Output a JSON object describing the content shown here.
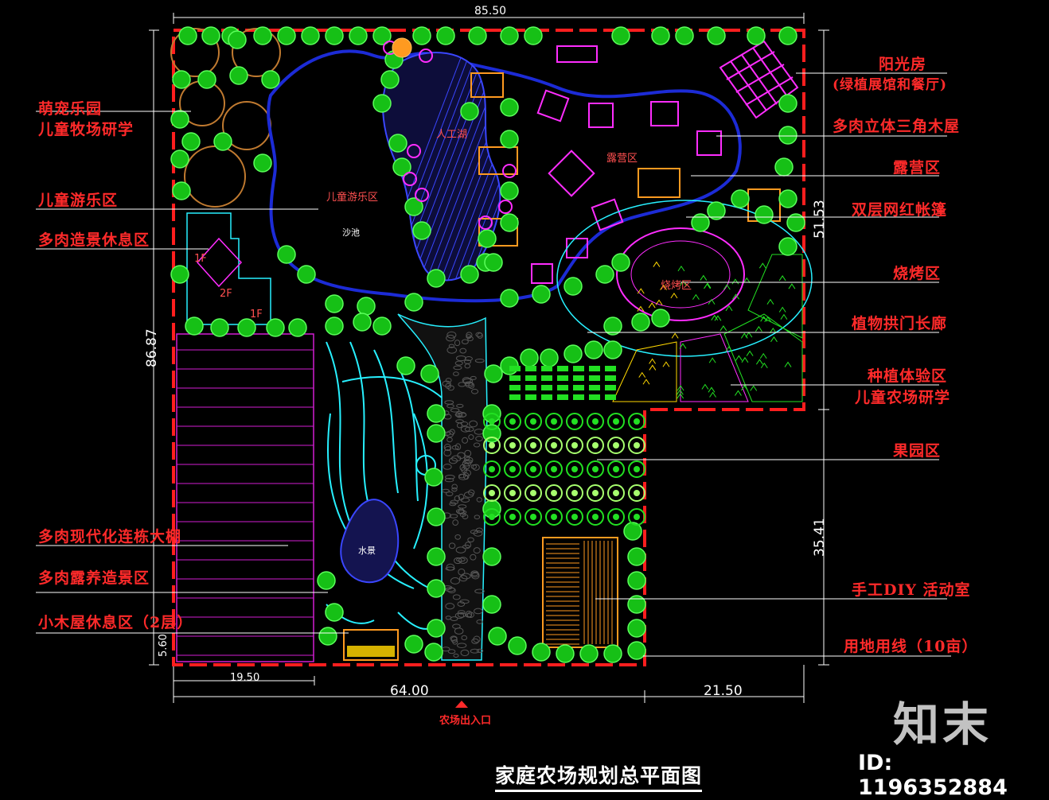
{
  "title": "家庭农场规划总平面图",
  "entrance": "农场出入口",
  "logo": "知末",
  "id_text": "ID: 1196352884",
  "dimensions": {
    "top": "85.50",
    "left": "86.87",
    "right_upper": "51.53",
    "right_lower": "35.41",
    "bottom_left_small": "19.50",
    "bottom_mid": "64.00",
    "bottom_right": "21.50",
    "left_small": "5.60"
  },
  "left_labels": [
    {
      "text": "萌宠乐园"
    },
    {
      "text": "儿童牧场研学"
    },
    {
      "text": "儿童游乐区"
    },
    {
      "text": "多肉造景休息区"
    },
    {
      "text": "多肉现代化连栋大棚"
    },
    {
      "text": "多肉露养造景区"
    },
    {
      "text": "小木屋休息区（2层）"
    }
  ],
  "right_labels": [
    {
      "text": "阳光房"
    },
    {
      "text": "(绿植展馆和餐厅)"
    },
    {
      "text": "多肉立体三角木屋"
    },
    {
      "text": "露营区"
    },
    {
      "text": "双层网红帐篷"
    },
    {
      "text": "烧烤区"
    },
    {
      "text": "植物拱门长廊"
    },
    {
      "text": "种植体验区"
    },
    {
      "text": "儿童农场研学"
    },
    {
      "text": "果园区"
    },
    {
      "text": "手工DIY 活动室"
    },
    {
      "text": "用地用线（10亩）"
    }
  ],
  "zones": {
    "lake": "人工湖",
    "kids": "儿童游乐区",
    "camp": "露营区",
    "bbq": "烧烤区",
    "sand": "沙池",
    "water": "水景",
    "f1a": "1F",
    "f2": "2F",
    "f1b": "1F"
  },
  "colors": {
    "boundary": "#ff1e1e",
    "label": "#ff2a2a",
    "path": "#1c2bd6",
    "tree": "#22e022",
    "magenta": "#ff2dff",
    "cyan": "#27f0ff",
    "greenhouse": "#d21ed2",
    "orange": "#ff9a20"
  }
}
